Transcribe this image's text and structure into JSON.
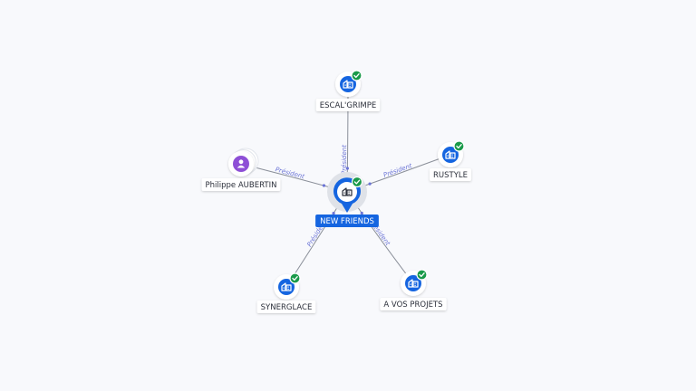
{
  "colors": {
    "edge": "#8a8f99",
    "edge_label": "#6b74d6",
    "company_blue": "#1565e0",
    "check_green": "#1a9a4a",
    "person_purple": "#8e4fd6",
    "label_bg": "#ffffff",
    "center_label_bg": "#1565e0"
  },
  "center": {
    "label": "NEW FRIENDS",
    "icon": "building-icon",
    "verified": true
  },
  "nodes": [
    {
      "id": "escal-grimpe",
      "label": "ESCAL'GRIMPE",
      "type": "company",
      "icon": "building-icon",
      "verified": true,
      "edge_label": "Président"
    },
    {
      "id": "rustyle",
      "label": "RUSTYLE",
      "type": "company",
      "icon": "building-icon",
      "verified": true,
      "edge_label": "Président"
    },
    {
      "id": "a-vos-projets",
      "label": "A VOS PROJETS",
      "type": "company",
      "icon": "building-icon",
      "verified": true,
      "edge_label": "Président"
    },
    {
      "id": "synerglace",
      "label": "SYNERGLACE",
      "type": "company",
      "icon": "building-icon",
      "verified": true,
      "edge_label": "Président"
    },
    {
      "id": "philippe-aubertin",
      "label": "Philippe AUBERTIN",
      "type": "person",
      "icon": "person-icon",
      "verified": false,
      "edge_label": "Président"
    }
  ]
}
